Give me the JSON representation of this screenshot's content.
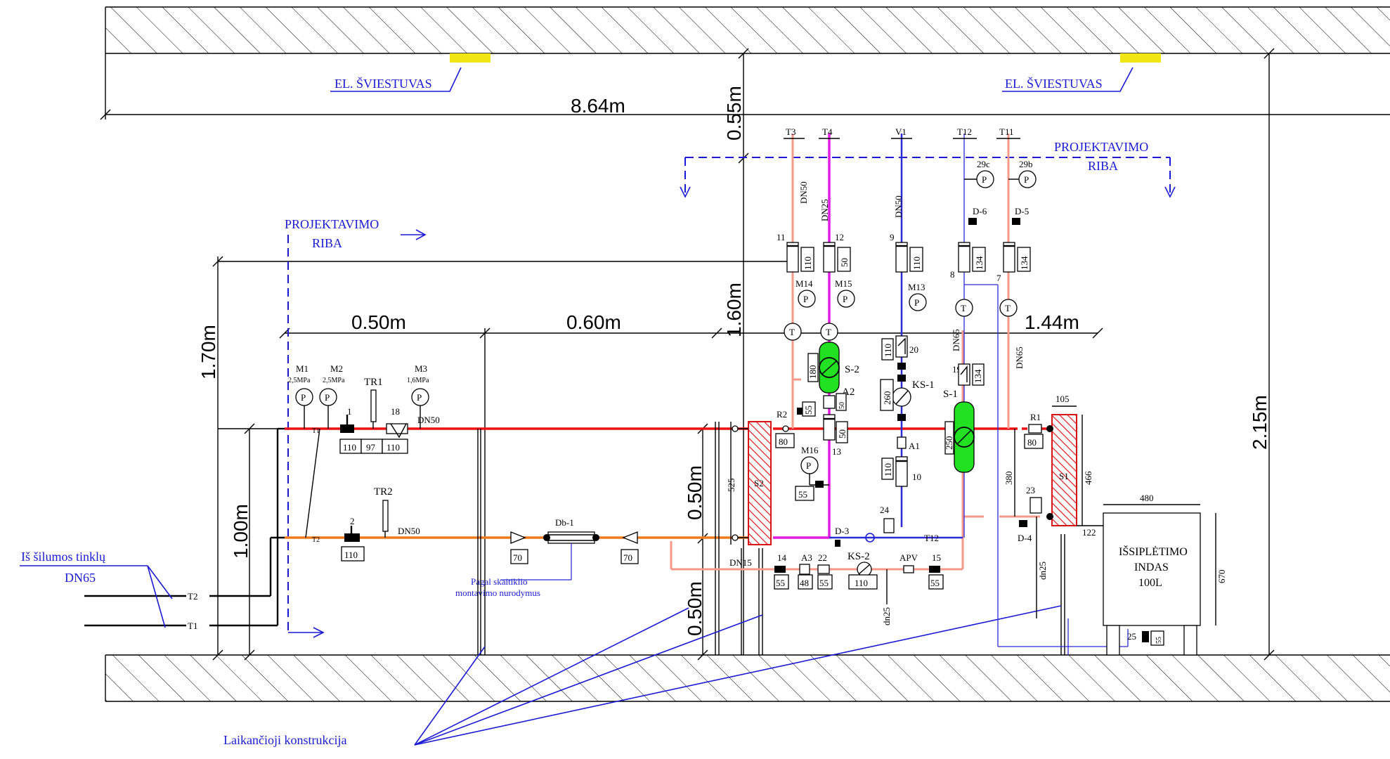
{
  "labels": {
    "lamp_left": "EL. ŠVIESTUVAS",
    "lamp_right": "EL. ŠVIESTUVAS",
    "boundary_left_1": "PROJEKTAVIMO",
    "boundary_left_2": "RIBA",
    "boundary_right_1": "PROJEKTAVIMO",
    "boundary_right_2": "RIBA",
    "source_1": "Iš šilumos tinklų",
    "source_2": "DN65",
    "support": "Laikančioji konstrukcija",
    "meter_note_1": "Pagal skaitiklio",
    "meter_note_2": "montavimo nurodymus",
    "tank_1": "IŠSIPLĖTIMO",
    "tank_2": "INDAS",
    "tank_3": "100L"
  },
  "dimensions": {
    "d864": "8.64m",
    "d055": "0.55m",
    "d170": "1.70m",
    "d050a": "0.50m",
    "d060": "0.60m",
    "d160": "1.60m",
    "d144": "1.44m",
    "d215": "2.15m",
    "d100": "1.00m",
    "d050b": "0.50m",
    "d050c": "0.50m"
  },
  "risers": {
    "T3": "T3",
    "T4": "T4",
    "V1": "V1",
    "T12": "T12",
    "T11": "T11"
  },
  "pipe_sizes": {
    "dn50_t3": "DN50",
    "dn25_t4": "DN25",
    "dn50_v1": "DN50",
    "dn65_a": "DN65",
    "dn65_b": "DN65",
    "dn50_t1": "DN50",
    "dn50_t2": "DN50",
    "dn15": "DN15",
    "dn25a": "dn25",
    "dn25b": "dn25"
  },
  "gauges": {
    "M1": "M1",
    "M1p": "2,5MPa",
    "M2": "M2",
    "M2p": "2,5MPa",
    "M3": "M3",
    "M3p": "1,6MPa",
    "M14": "M14",
    "M15": "M15",
    "M13": "M13",
    "M16": "M16",
    "p29c": "29c",
    "p29b": "29b",
    "P": "P",
    "T": "T"
  },
  "items": {
    "i1": "1",
    "i2": "2",
    "i7": "7",
    "i8": "8",
    "i9": "9",
    "i10": "10",
    "i11": "11",
    "i12": "12",
    "i13": "13",
    "i14": "14",
    "i15": "15",
    "i18": "18",
    "i19": "19",
    "i20": "20",
    "i22": "22",
    "i23": "23",
    "i24": "24",
    "i25": "25",
    "TR1": "TR1",
    "TR2": "TR2",
    "R1": "R1",
    "R2": "R2",
    "S1": "S1",
    "S2": "S2",
    "Sm1": "S-1",
    "Sm2": "S-2",
    "KS1": "KS-1",
    "KS2": "KS-2",
    "A1": "A1",
    "A2": "A2",
    "A3": "A3",
    "APV": "APV",
    "Db1": "Db-1",
    "D3": "D-3",
    "D4": "D-4",
    "D5": "D-5",
    "D6": "D-6",
    "T1": "T1",
    "T2": "T2",
    "T12b": "T12",
    "T1s": "T1",
    "T2s": "T2"
  },
  "sizes": {
    "s110a": "110",
    "s97": "97",
    "s110b": "110",
    "s110c": "110",
    "s70a": "70",
    "s70b": "70",
    "s110_11": "110",
    "s50_12": "50",
    "s110_9": "110",
    "s134_8": "134",
    "s134_7": "134",
    "s110_20": "110",
    "s180": "180",
    "s50_a2": "50",
    "s55_a2": "55",
    "s260": "260",
    "s110_10": "110",
    "s50_13": "50",
    "s80_r2": "80",
    "s55_m16": "55",
    "s525": "525",
    "s134_19": "134",
    "s250": "250",
    "s380": "380",
    "s105": "105",
    "s466": "466",
    "s80_r1": "80",
    "s122": "122",
    "s480": "480",
    "s670": "670",
    "s55_14": "55",
    "s48": "48",
    "s55_22": "55",
    "s110_ks2": "110",
    "s55_15": "55",
    "s55_25": "55"
  }
}
